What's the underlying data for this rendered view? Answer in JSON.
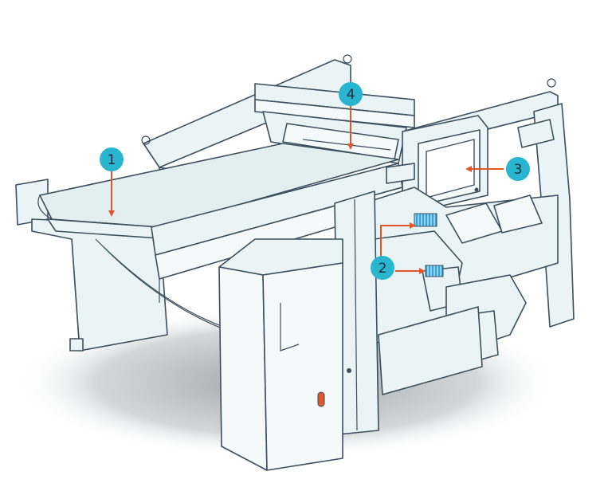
{
  "callouts": [
    {
      "label": "1"
    },
    {
      "label": "2"
    },
    {
      "label": "3"
    },
    {
      "label": "4"
    }
  ],
  "colors": {
    "badge": "#29b4cf",
    "arrow": "#e2562a",
    "outline": "#3b4f5e",
    "fill": "#eaf4f6",
    "shadow": "#9fa6aa",
    "sensor": "#3aa0d8"
  }
}
